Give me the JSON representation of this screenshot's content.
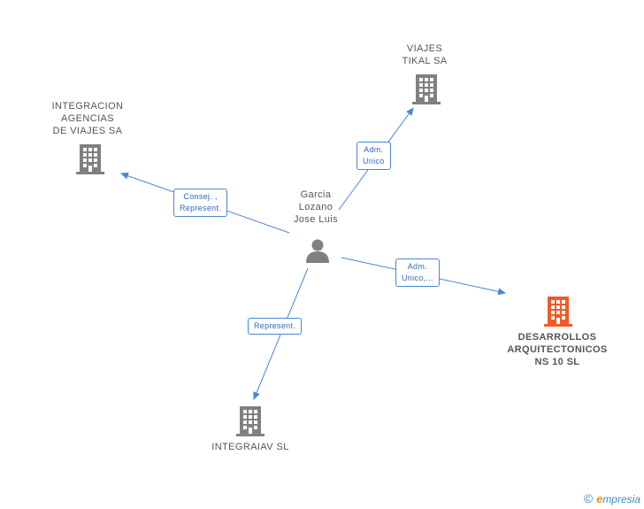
{
  "center": {
    "name_lines": [
      "Garcia",
      "Lozano",
      "Jose Luis"
    ]
  },
  "companies": {
    "viajes_tikal": {
      "lines": [
        "VIAJES",
        "TIKAL SA"
      ]
    },
    "integracion": {
      "lines": [
        "INTEGRACION",
        "AGENCIAS",
        "DE VIAJES SA"
      ]
    },
    "desarrollos": {
      "lines": [
        "DESARROLLOS",
        "ARQUITECTONICOS",
        "NS 10  SL"
      ]
    },
    "integraiav": {
      "lines": [
        "INTEGRAIAV SL"
      ]
    }
  },
  "edges": {
    "to_viajes": {
      "lines": [
        "Adm.",
        "Unico"
      ]
    },
    "to_integracion": {
      "lines": [
        "Consej. ,",
        "Represent."
      ]
    },
    "to_desarrollos": {
      "lines": [
        "Adm.",
        "Unico,..."
      ]
    },
    "to_integraiav": {
      "lines": [
        "Represent."
      ]
    }
  },
  "colors": {
    "edge": "#4a86d4",
    "building_gray": "#808080",
    "building_highlight": "#f05a28",
    "person": "#808080"
  },
  "footer": {
    "copyright": "©",
    "brand_initial": "e",
    "brand_rest": "mpresia"
  }
}
